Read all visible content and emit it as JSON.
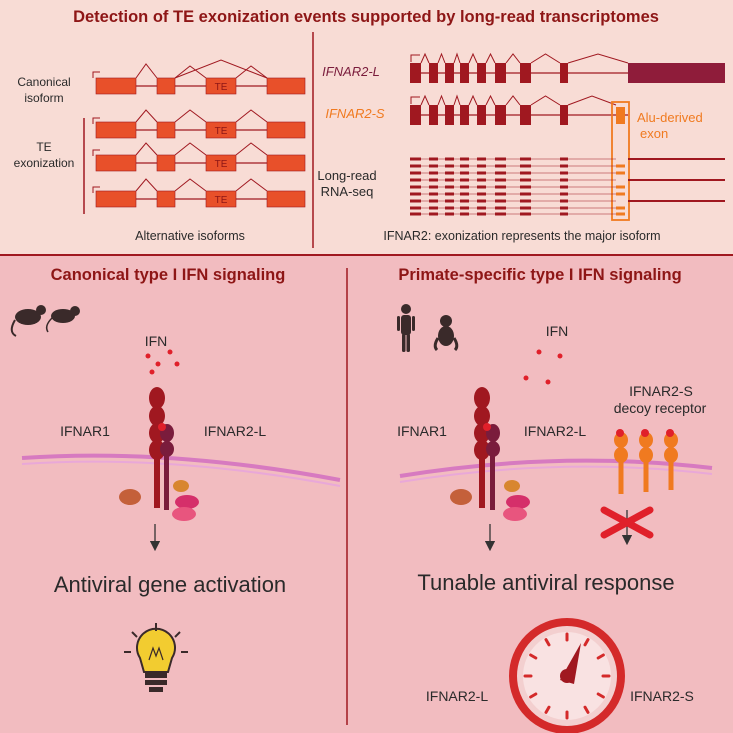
{
  "top": {
    "title": "Detection of TE exonization events supported by long-read transcriptomes",
    "left": {
      "canonical_label_1": "Canonical",
      "canonical_label_2": "isoform",
      "te_label_1": "TE",
      "te_label_2": "exonization",
      "te_exon_text": "TE",
      "caption": "Alternative isoforms"
    },
    "right": {
      "isoform_l": "IFNAR2-L",
      "isoform_s": "IFNAR2-S",
      "alu_label_1": "Alu-derived",
      "alu_label_2": "exon",
      "longread_1": "Long-read",
      "longread_2": "RNA-seq",
      "caption": "IFNAR2: exonization represents the major isoform"
    }
  },
  "bottom_left": {
    "title": "Canonical type I IFN signaling",
    "ifn_label": "IFN",
    "receptor1_label": "IFNAR1",
    "receptor2_label": "IFNAR2-L",
    "outcome": "Antiviral gene activation"
  },
  "bottom_right": {
    "title": "Primate-specific type I IFN signaling",
    "ifn_label": "IFN",
    "receptor1_label": "IFNAR1",
    "receptor2_label": "IFNAR2-L",
    "decoy_label_1": "IFNAR2-S",
    "decoy_label_2": "decoy receptor",
    "outcome": "Tunable antiviral response",
    "gauge_left_label": "IFNAR2-L",
    "gauge_right_label": "IFNAR2-S"
  },
  "colors": {
    "dark_red": "#a01820",
    "exon_orange": "#e8502a",
    "maroon": "#7a1c3c",
    "orange": "#f07a20",
    "panel_top": "#f8dcd5",
    "panel_bottom": "#f2bcc0"
  }
}
